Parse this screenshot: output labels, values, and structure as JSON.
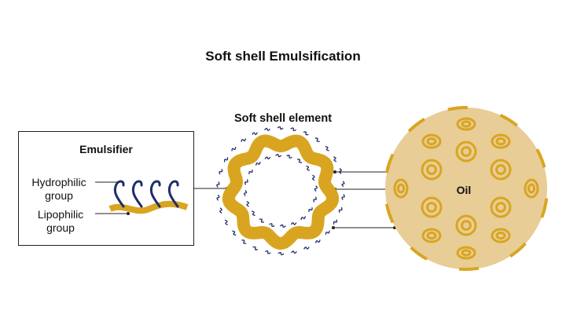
{
  "title": "Soft shell Emulsification",
  "subtitle": "Soft shell element",
  "emulsifier": {
    "title": "Emulsifier",
    "hydrophilic": [
      "Hydrophilic",
      "group"
    ],
    "lipophilic": [
      "Lipophilic",
      "group"
    ]
  },
  "oil": {
    "label": "Oil"
  },
  "colors": {
    "gold": "#d9a520",
    "navy": "#1f2d6b",
    "oil_fill": "#e8cd96",
    "line": "#222222"
  }
}
